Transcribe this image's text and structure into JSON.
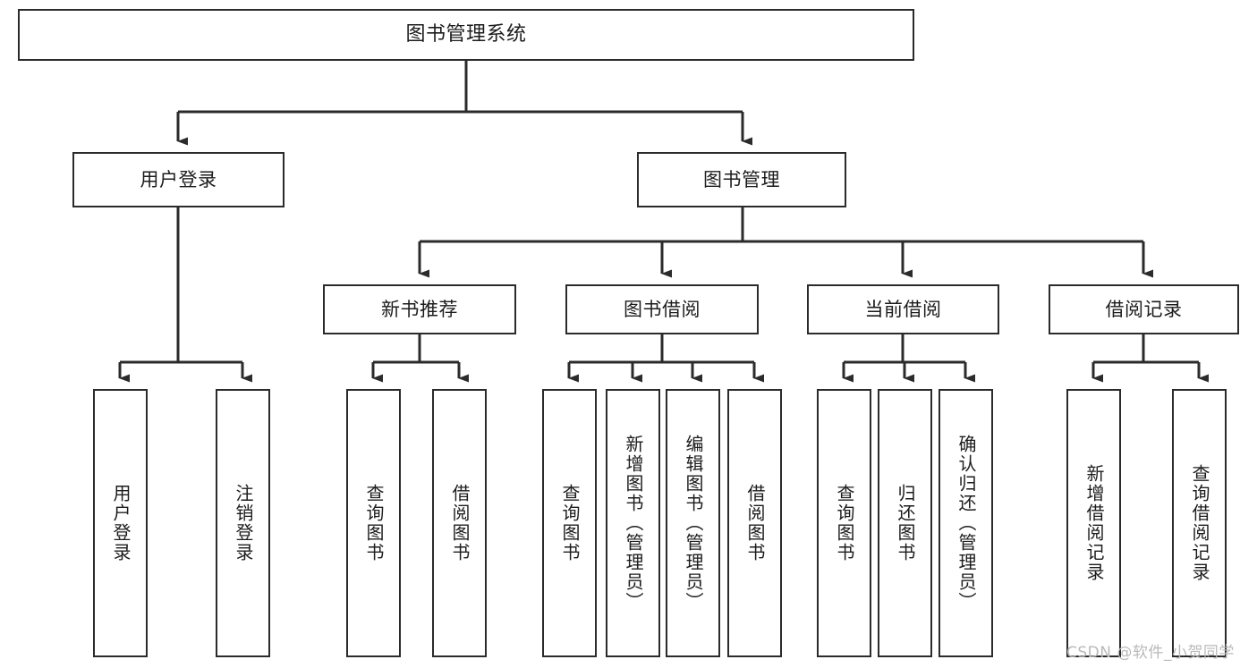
{
  "diagram": {
    "type": "tree-hierarchy-chart",
    "title": "图书管理系统",
    "line_color": "#2b2b2b",
    "box_border_color": "#2b2b2b",
    "box_fill_color": "#ffffff",
    "background_color": "#ffffff",
    "watermark": "CSDN @软件_小贺同学",
    "nodes": {
      "root": {
        "label": "图书管理系统"
      },
      "level1": [
        {
          "label": "用户登录"
        },
        {
          "label": "图书管理"
        }
      ],
      "level2": [
        {
          "label": "新书推荐"
        },
        {
          "label": "图书借阅"
        },
        {
          "label": "当前借阅"
        },
        {
          "label": "借阅记录"
        }
      ],
      "leaves_user_login": [
        {
          "label": "用户登录"
        },
        {
          "label": "注销登录"
        }
      ],
      "leaves_new_book": [
        {
          "label": "查询图书"
        },
        {
          "label": "借阅图书"
        }
      ],
      "leaves_borrow": [
        {
          "label": "查询图书"
        },
        {
          "label": "新增图书（管理员）"
        },
        {
          "label": "编辑图书（管理员）"
        },
        {
          "label": "借阅图书"
        }
      ],
      "leaves_current": [
        {
          "label": "查询图书"
        },
        {
          "label": "归还图书"
        },
        {
          "label": "确认归还（管理员）"
        }
      ],
      "leaves_records": [
        {
          "label": "新增借阅记录"
        },
        {
          "label": "查询借阅记录"
        }
      ]
    }
  }
}
